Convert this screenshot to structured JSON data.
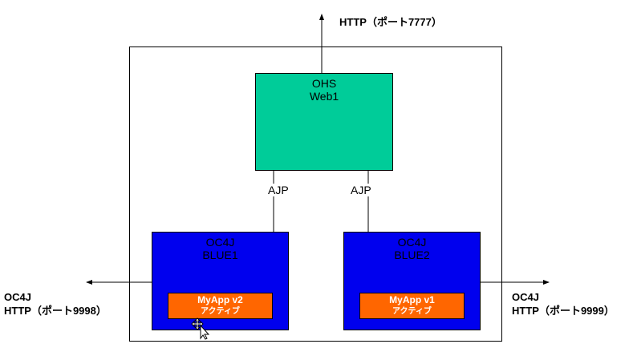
{
  "ohs": {
    "line1": "OHS",
    "line2": "Web1"
  },
  "blue1": {
    "line1": "OC4J",
    "line2": "BLUE1",
    "app_name": "MyApp v2",
    "app_state": "アクティブ"
  },
  "blue2": {
    "line1": "OC4J",
    "line2": "BLUE2",
    "app_name": "MyApp v1",
    "app_state": "アクティブ"
  },
  "connections": {
    "ajp_left": "AJP",
    "ajp_right": "AJP"
  },
  "endpoints": {
    "top": "HTTP（ポート7777）",
    "left_line1": "OC4J",
    "left_line2": "HTTP（ポート9998）",
    "right_line1": "OC4J",
    "right_line2": "HTTP（ポート9999）"
  },
  "colors": {
    "ohs": "#00cc99",
    "oc4j": "#0000ee",
    "app": "#ff6600"
  }
}
